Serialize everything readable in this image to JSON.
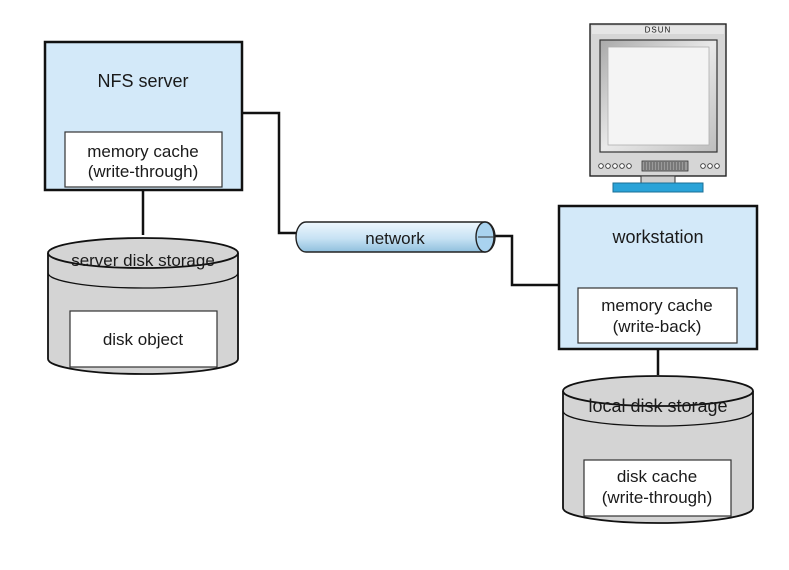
{
  "nfs_server": {
    "title": "NFS server",
    "cache_line1": "memory cache",
    "cache_line2": "(write-through)"
  },
  "server_disk": {
    "label": "server disk storage",
    "object_label": "disk object"
  },
  "network": {
    "label": "network"
  },
  "workstation": {
    "title": "workstation",
    "cache_line1": "memory cache",
    "cache_line2": "(write-back)"
  },
  "monitor": {
    "brand": "DSUN"
  },
  "local_disk": {
    "label": "local disk storage",
    "cache_line1": "disk cache",
    "cache_line2": "(write-through)"
  },
  "colors": {
    "box_fill": "#d3e9f9",
    "disk_fill": "#d4d4d4",
    "line": "#111111"
  }
}
